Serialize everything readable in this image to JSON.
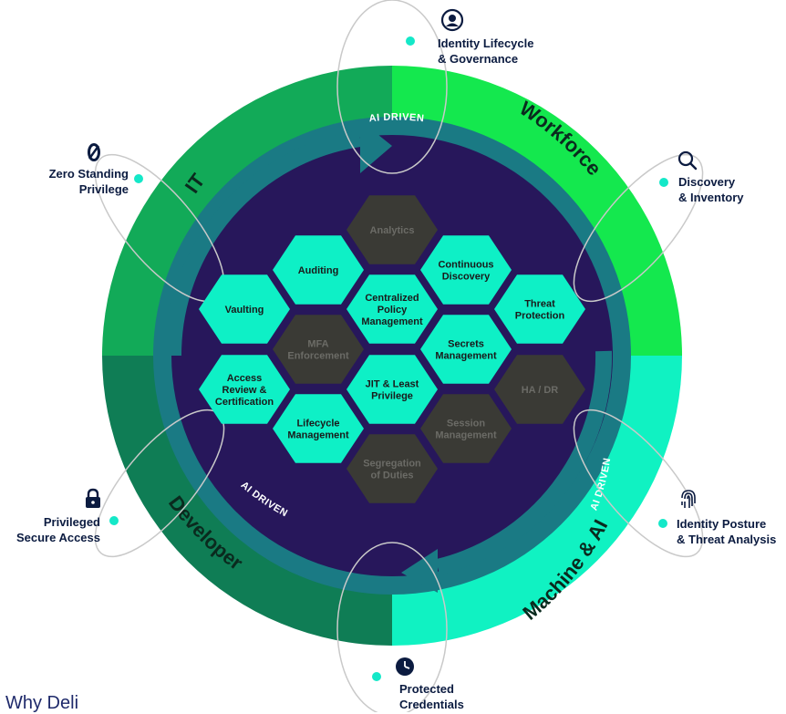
{
  "colors": {
    "workforce": "#14e84e",
    "it": "#12aa58",
    "developer": "#0f7d55",
    "machine": "#10f2c2",
    "navy": "#27175b",
    "teal_ring": "#1a7a84",
    "hex_active": "#0ef0c6",
    "hex_dark": "#3a3a35",
    "hex_dark_text": "#6b6b66",
    "hex_active_text": "#1a1a1a",
    "dot": "#14e8c8"
  },
  "quadrants": {
    "workforce": "Workforce",
    "it": "IT",
    "developer": "Developer",
    "machine": "Machine & AI"
  },
  "ai_driven": [
    "AI DRIVEN",
    "AI DRIVEN",
    "AI DRIVEN"
  ],
  "capabilities": [
    {
      "id": "identity-lifecycle",
      "icon": "user-circle-icon",
      "lines": [
        "Identity Lifecycle",
        "& Governance"
      ]
    },
    {
      "id": "discovery",
      "icon": "search-icon",
      "lines": [
        "Discovery",
        "& Inventory"
      ]
    },
    {
      "id": "identity-posture",
      "icon": "fingerprint-icon",
      "lines": [
        "Identity Posture",
        "& Threat Analysis"
      ]
    },
    {
      "id": "protected-credentials",
      "icon": "clock-icon",
      "lines": [
        "Protected",
        "Credentials"
      ]
    },
    {
      "id": "privileged-secure-access",
      "icon": "lock-icon",
      "lines": [
        "Privileged",
        "Secure Access"
      ]
    },
    {
      "id": "zero-standing",
      "icon": "zero-icon",
      "lines": [
        "Zero Standing",
        "Privilege"
      ]
    }
  ],
  "hexagons": [
    {
      "id": "analytics",
      "active": false,
      "lines": [
        "Analytics"
      ]
    },
    {
      "id": "auditing",
      "active": true,
      "lines": [
        "Auditing"
      ]
    },
    {
      "id": "continuous-discovery",
      "active": true,
      "lines": [
        "Continuous",
        "Discovery"
      ]
    },
    {
      "id": "vaulting",
      "active": true,
      "lines": [
        "Vaulting"
      ]
    },
    {
      "id": "centralized-policy",
      "active": true,
      "lines": [
        "Centralized",
        "Policy",
        "Management"
      ]
    },
    {
      "id": "threat-protection",
      "active": true,
      "lines": [
        "Threat",
        "Protection"
      ]
    },
    {
      "id": "mfa-enforcement",
      "active": false,
      "lines": [
        "MFA",
        "Enforcement"
      ]
    },
    {
      "id": "secrets-management",
      "active": true,
      "lines": [
        "Secrets",
        "Management"
      ]
    },
    {
      "id": "access-review",
      "active": true,
      "lines": [
        "Access",
        "Review &",
        "Certification"
      ]
    },
    {
      "id": "jit-least-privilege",
      "active": true,
      "lines": [
        "JIT & Least",
        "Privilege"
      ]
    },
    {
      "id": "ha-dr",
      "active": false,
      "lines": [
        "HA / DR"
      ]
    },
    {
      "id": "lifecycle-management",
      "active": true,
      "lines": [
        "Lifecycle",
        "Management"
      ]
    },
    {
      "id": "session-management",
      "active": false,
      "lines": [
        "Session",
        "Management"
      ]
    },
    {
      "id": "segregation-duties",
      "active": false,
      "lines": [
        "Segregation",
        "of Duties"
      ]
    }
  ],
  "footer": "Why Deli"
}
